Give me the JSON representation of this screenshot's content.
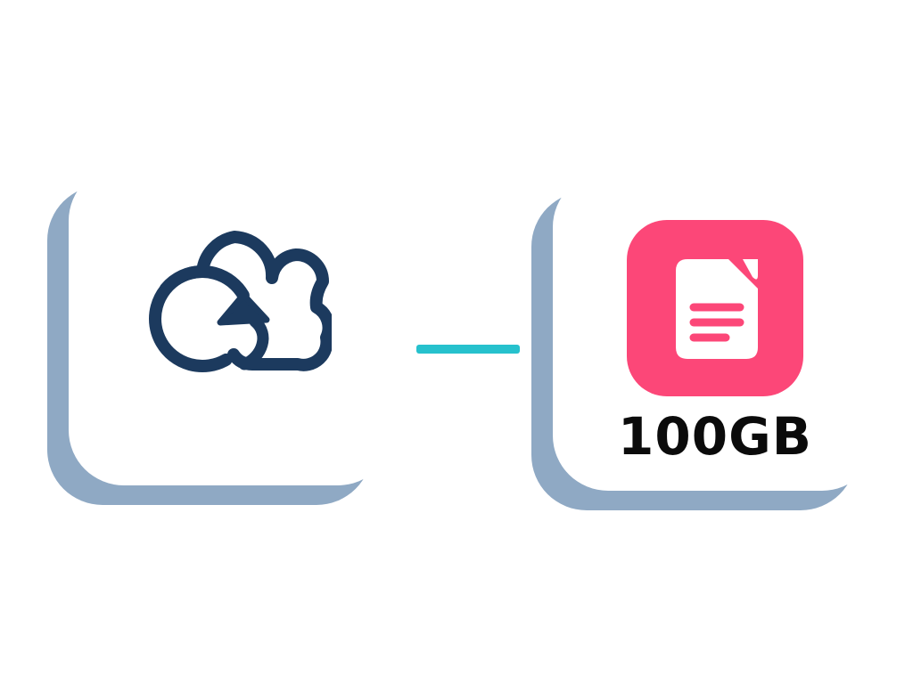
{
  "diagram": {
    "nodes": [
      {
        "id": "cloud-upload",
        "icon": "cloud-upload-icon",
        "label": ""
      },
      {
        "id": "storage",
        "icon": "document-icon",
        "label": "100GB"
      }
    ],
    "connector": {
      "type": "horizontal-line",
      "color": "#26c1cd"
    },
    "colors": {
      "background": "#ffffff",
      "card_shadow": "#8fa9c4",
      "cloud_icon": "#1c3a5e",
      "connector": "#26c1cd",
      "tile": "#fc4778",
      "doc_lines": "#fc4778",
      "label_text": "#0b0b0b"
    }
  }
}
